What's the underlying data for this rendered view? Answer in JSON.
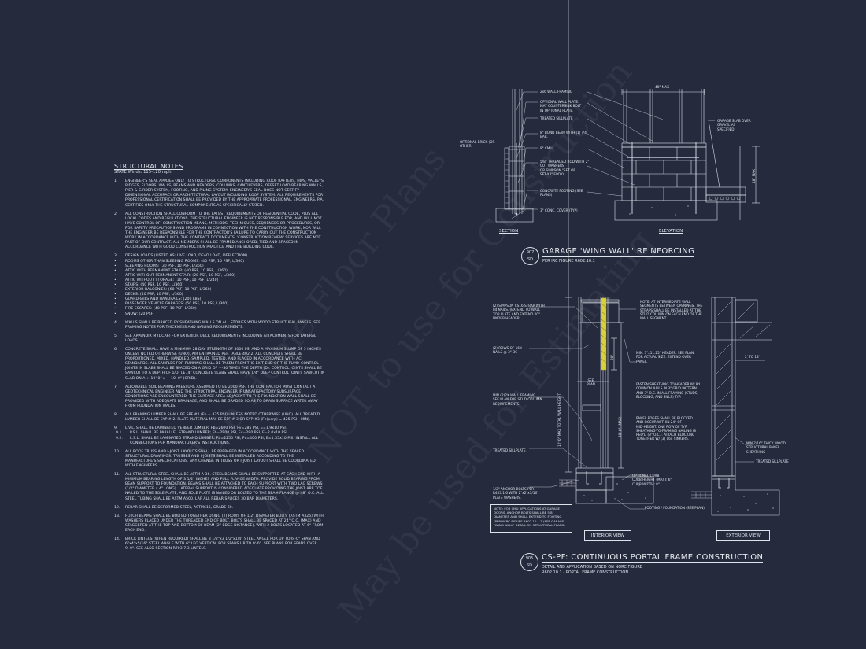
{
  "structural_notes": {
    "title": "STRUCTURAL NOTES",
    "subtitle": "STATE Winds: 115-120 mph",
    "items": [
      {
        "num": "1.",
        "text": "ENGINEER'S SEAL APPLIES ONLY TO STRUCTURAL COMPONENTS INCLUDING ROOF RAFTERS, HIPS, VALLEYS, RIDGES, FLOORS, WALLS, BEAMS AND HEADERS, COLUMNS, CANTILEVERS, OFFSET LOAD BEARING WALLS, PIER & GIRDER SYSTEM, FOOTING, AND PILING SYSTEM. ENGINEER'S SEAL DOES NOT CERTIFY DIMENSIONAL ACCURACY OR ARCHITECTURAL LAYOUT INCLUDING ROOF SYSTEM. ALL REQUIREMENTS FOR PROFESSIONAL CERTIFICATION SHALL BE PROVIDED BY THE APPROPRIATE PROFESSIONAL. ENGINEERS, P.A. CERTIFIES ONLY THE STRUCTURAL COMPONENTS AS SPECIFICALLY STATED."
      },
      {
        "num": "2.",
        "text": "ALL CONSTRUCTION SHALL CONFORM TO THE LATEST REQUIREMENTS OF RESIDENTIAL CODE, PLUS ALL LOCAL CODES AND REGULATIONS. THE STRUCTURAL ENGINEER IS NOT RESPONSIBLE FOR, AND WILL NOT HAVE CONTROL OF, CONSTRUCTION MEANS, METHODS, TECHNIQUES, SEQUENCES OR PROCEDURES, OR FOR SAFETY PRECAUTIONS AND PROGRAMS IN CONNECTION WITH THE CONSTRUCTION WORK, NOR WILL THE ENGINEER BE RESPONSIBLE FOR THE CONTRACTOR'S FAILURE TO CARRY OUT THE CONSTRUCTION WORK IN ACCORDANCE WITH THE CONTRACT DOCUMENTS. 'CONSTRUCTION REVIEW' SERVICES ARE NOT PART OF OUR CONTRACT. ALL MEMBERS SHALL BE FRAMED ANCHORED, TIED AND BRACED IN ACCORDANCE WITH GOOD CONSTRUCTION PRACTICE AND THE BUILDING CODE."
      },
      {
        "num": "3.",
        "text": "DESIGN LOADS (LISTED AS: LIVE LOAD, DEAD LOAD, DEFLECTION)"
      }
    ],
    "design_loads": [
      "ROOMS OTHER THAN SLEEPING ROOMS: (40 PSF, 10 PSF, L/360)",
      "SLEEPING ROOMS: (30 PSF, 10 PSF, L/360)",
      "ATTIC WITH PERMANENT STAIR: (40 PSF, 10 PSF, L/360)",
      "ATTIC WITHOUT PERMANENT STAIR: (20 PSF, 10 PSF, L/360)",
      "ATTIC WITHOUT STORAGE: (10 PSF, 10 PSF, L/240)",
      "STAIRS: (40 PSF, 10 PSF, L/360)",
      "EXTERIOR BALCONIES: (60 PSF, 10 PSF, L/360)",
      "DECKS: (40 PSF, 10 PSF, L/360)",
      "GUARDRAILS AND HANDRAILS: (200 LBS)",
      "PASSENGER VEHICLE GARAGES: (50 PSF, 10 PSF, L/360)",
      "FIRE ESCAPES: (40 PSF, 10 PSF, L/360)",
      "SNOW: (20 PSF)"
    ],
    "items_after": [
      {
        "num": "4.",
        "text": "WALLS SHALL BE BRACED BY SHEATHING WALLS ON ALL STORIES WITH WOOD STRUCTURAL PANELS. SEE FRAMING NOTES FOR THICKNESS AND NAILING REQUIREMENTS."
      },
      {
        "num": "5.",
        "text": "SEE APPENDIX M (DCA6) FOR EXTERIOR DECK REQUIREMENTS INCLUDING ATTACHMENTS FOR LATERAL LOADS."
      },
      {
        "num": "6.",
        "text": "CONCRETE SHALL HAVE A MINIMUM 28 DAY STRENGTH OF 3000 PSI AND A MAXIMUM SLUMP OF 5 INCHES UNLESS NOTED OTHERWISE (UNO), AIR ENTRAINED PER TABLE 402.2. ALL CONCRETE SHALL BE PROPORTIONED, MIXED, HANDLED, SAMPLED, TESTED, AND PLACED IN ACCORDANCE WITH ACI STANDARDS. ALL SAMPLES FOR PUMPING SHALL BE TAKEN FROM THE EXIT END OF THE PUMP. CONTROL JOINTS IN SLABS SHALL BE SPACED ON A GRID OF +-30 TIMES THE DEPTH (D). CONTROL JOINTS SHALL BE SAWCUT TO A DEPTH OF 1/D. I.E. 4\" CONCRETE SLABS SHALL HAVE 1/4\" DEEP CONTROL JOINTS SAWCUT IN SLAB ON A +-10'-0\" x +-10'-0\" (GRID)."
      },
      {
        "num": "7.",
        "text": "ALLOWABLE SOIL BEARING PRESSURE ASSUMED TO BE 2000 PSF. THE CONTRACTOR MUST CONTACT A GEOTECHNICAL ENGINEER AND THE STRUCTURAL ENGINEER IF UNSATISFACTORY SUBSURFACE CONDITIONS ARE ENCOUNTERED. THE SURFACE AREA ADJACENT TO THE FOUNDATION WALL SHALL BE PROVIDED WITH ADEQUATE DRAINAGE, AND SHALL BE GRADED SO AS TO DRAIN SURFACE WATER AWAY FROM FOUNDATION WALLS."
      },
      {
        "num": "8.",
        "text": "ALL FRAMING LUMBER SHALL BE SPF #2 (Fb = 875 PSI) UNLESS NOTED OTHERWISE (UNO). ALL TREATED LUMBER SHALL BE SYP # 2. PLATE MATERIAL MAY BE SPF # 3 OR SYP #3 (Fc(perp) = 425 PSI - MIN)."
      },
      {
        "num": "9.",
        "text": "L.V.L. SHALL BE LAMINATED VENEER LUMBER: Fb=2600 PSI, Fv=285 PSI, E=1.9x10 PSI."
      }
    ],
    "sub_items": [
      {
        "num": "9.1.",
        "text": "P.S.L. SHALL BE PARALLEL STRAND LUMBER: Fb=2900 PSI, Fv=290 PSI, E=2.0x10 PSI."
      },
      {
        "num": "9.2.",
        "text": "L.S.L. SHALL BE LAMINATED STRAND LUMBER: Fb=2250 PSI, Fv=400 PSI, E=1.55x10 PSI. INSTALL ALL CONNECTIONS PER MANUFACTURER'S INSTRUCTIONS."
      }
    ],
    "items_end": [
      {
        "num": "10.",
        "text": "ALL ROOF TRUSS AND I-JOIST LAYOUTS SHALL BE PREPARED IN ACCORDANCE WITH THE SEALED STRUCTURAL DRAWINGS. TRUSSES AND I-JOISTS SHALL BE INSTALLED ACCORDING TO THE MANUFACTURE'S SPECIFICATIONS. ANY CHANGE IN TRUSS OR I-JOIST LAYOUT SHALL BE COORDINATED WITH ENGINEERS."
      },
      {
        "num": "11.",
        "text": "ALL STRUCTURAL STEEL SHALL BE ASTM A-36. STEEL BEAMS SHALL BE SUPPORTED AT EACH END WITH A MINIMUM BEARING LENGTH OF 3 1/2\" INCHES AND FULL FLANGE WIDTH. PROVIDE SOLID BEARING FROM BEAM SUPPORT TO FOUNDATION. BEAMS SHALL BE ATTACHED TO EACH SUPPORT WITH TWO LAG SCREWS (1/2\" DIAMETER x 4\" LONG). LATERAL SUPPORT IS CONSIDERED ADEQUATE PROVIDING THE JOIST ARE TOE NAILED TO THE SOLE PLATE, AND SOLE PLATE IS NAILED OR BOLTED TO THE BEAM FLANGE @ 48\" O.C. ALL STEEL TUBING SHALL BE ASTM A500. LAP ALL REBAR SPLICES 30 BAR DIAMETERS."
      },
      {
        "num": "12.",
        "text": "REBAR SHALL BE DEFORMED STEEL, ASTM615, GRADE 60."
      },
      {
        "num": "13.",
        "text": "FLITCH BEAMS SHALL BE BOLTED TOGETHER USING (2) ROWS OF 1/2\" DIAMETER BOLTS (ASTM A325) WITH WASHERS PLACED UNDER THE THREADED END OF BOLT. BOLTS SHALL BE SPACED AT 24\" O.C. (MAX) AND STAGGERED AT THE TOP AND BOTTOM OF BEAM (2\" EDGE DISTANCE), WITH 2 BOLTS LOCATED AT 6\" FROM EACH END."
      },
      {
        "num": "14.",
        "text": "BRICK LINTELS (WHEN REQUIRED) SHALL BE 3 1/2\"x3 1/2\"x1/4\" STEEL ANGLE FOR UP TO 6'-0\" SPAN AND 6\"x4\"x5/16\" STEEL ANGLE WITH 6\" LEG VERTICAL FOR SPANS UP TO 9'-0\". SEE PLANS FOR SPANS OVER 9'-0\". SEE ALSO SECTION R703.7.3 LINTELS."
      }
    ]
  },
  "wing_wall_detail": {
    "bubble_top": "907",
    "bubble_bottom": "SD",
    "title": "GARAGE 'WING WALL' REINFORCING",
    "subtitle": "PER IRC FIGURE R602.10.1",
    "section_caption": "SECTION",
    "elevation_caption": "ELEVATION",
    "dimension_width": "48\" MAX",
    "dimension_height": "48\" MAX",
    "labels": {
      "wall_framing": "2x6 WALL FRAMING",
      "optional_plate": "OPTIONAL WALL PLATE.\nMAY COUNTERSINK BOLT\nIN OPTIONAL PLATE.",
      "treated_sillplate": "TREATED SILLPLATE",
      "bond_beam": "8\" BOND BEAM WITH (1) #4\nBAR.",
      "cmu": "8\" CMU",
      "threaded_rod": "5/8\" THREADED ROD WITH 2\"\nCUT WASHERS\nOR SIMPSON \"SET OR\nSET-XP\" EPOXY.",
      "concrete_footing": "CONCRETE FOOTING (SEE\nPLANS)",
      "conc_cover": "3\" CONC. COVER (TYP)",
      "optional_brick": "OPTIONAL BRICK (OR\nOTHER)",
      "garage_slab": "GARAGE SLAB OVER\nGRAVEL AS\nSPECIFIED"
    }
  },
  "portal_frame_detail": {
    "bubble_top": "905",
    "bubble_bottom": "SD",
    "title": "CS-PF: CONTINUOUS PORTAL FRAME CONSTRUCTION",
    "subtitle_line1": "DETAIL AND APPLICATION BASED ON NORC FIGURE",
    "subtitle_line2": "R602.10.1 - PORTAL FRAME CONSTRUCTION",
    "interior_view": "INTERIOR VIEW",
    "exterior_view": "EXTERIOR VIEW",
    "labels": {
      "strap": "(2) SIMPSON CS16 STRAP WITH\n8d NAILS. (EXTEND TO WALL\nTOP PLATE AND EXTEND 20\"\nUNDER HEADER).",
      "nails": "(2) ROWS OF 16d\nNAILS @ 3\" OC",
      "min_framing": "MIN (2)2X WALL FRAMING.\nSEE PLAN FOR STUD COLUMN\nREQUIREMENTS.",
      "treated_sillplate": "TREATED SILLPLATE",
      "anchor_bolts": "1/2\" ANCHOR BOLTS PER\nR403.1.6 WITH 2\"x2\"x3/16\"\nPLATE WASHERS.",
      "note_box": "NOTE: FOR CMU APPLICATIONS AT GARAGE\nDOORS, ANCHOR BOLTS SHALL BE 5/8\"\nDIAMETER AND SHALL EXTEND TO FOOTING\n(PER NCRC FIGURE R602.10.1.3 (SEE GARAGE\n\"WING WALL\" DETAIL ON STRUCTURAL PLANS)",
      "intermediate_note": "NOTE: AT INTERMEDIATE WALL\nSEGMENTS BETWEEN OPENINGS, THE\nSTRAPS SHALL BE INSTALLED AT THE\nSTUD COLUMN ON EACH END OF THE\nWALL SEGMENT.",
      "header": "MIN. 3\"x11.25\" HEADER. SEE PLAN\nFOR ACTUAL SIZE. EXTEND OVER\nPANEL.",
      "fasten": "FASTEN SHEATHING TO HEADER W/ 8d\nCOMMON NAILS IN 3\" GRID PATTERN\nAND 3\" O.C. IN ALL FRAMING (STUDS,\nBLOCKING, AND SILLS) TYP.",
      "panel_edges": "PANEL EDGES SHALL BE BLOCKED\nAND OCCUR WITHIN 24\" OF\nMID-HEIGHT. ONE ROW OF TYP.\nSHEATHING-TO-FRAMING NAILING IS\nREQ'D (3\" O.C.). ATTACH BLOCKING\nTOGETHER W/ (3) 16d SINKERS.",
      "optional_curb": "OPTIONAL CURB\nCURB HEIGHT (MAX): 6\"\nCURB WIDTH: 8\"",
      "footing": "FOOTING / FOUNDATION (SEE PLAN)",
      "sheathing": "MIN 7/16\" THICK WOOD\nSTRUCTURAL PANEL\nSHEATHING",
      "treated_sillplate_ext": "TREATED SILLPLATE",
      "see_plan": "SEE\nPLAN",
      "dim_20": "20\"",
      "dim_total_height": "12'-0\" MAX TOTAL WALL HEIGHT",
      "dim_10": "10'-0\" (MAX)",
      "dim_2_to_18": "2' TO 18'"
    }
  },
  "watermarks": [
    "The Home Floor Plans",
    "MAY NOT to use for Construction",
    "May be used for Estimating"
  ],
  "colors": {
    "background": "#252a3d",
    "linework": "#dfe2ea",
    "strap_highlight": "#d8d23a"
  }
}
